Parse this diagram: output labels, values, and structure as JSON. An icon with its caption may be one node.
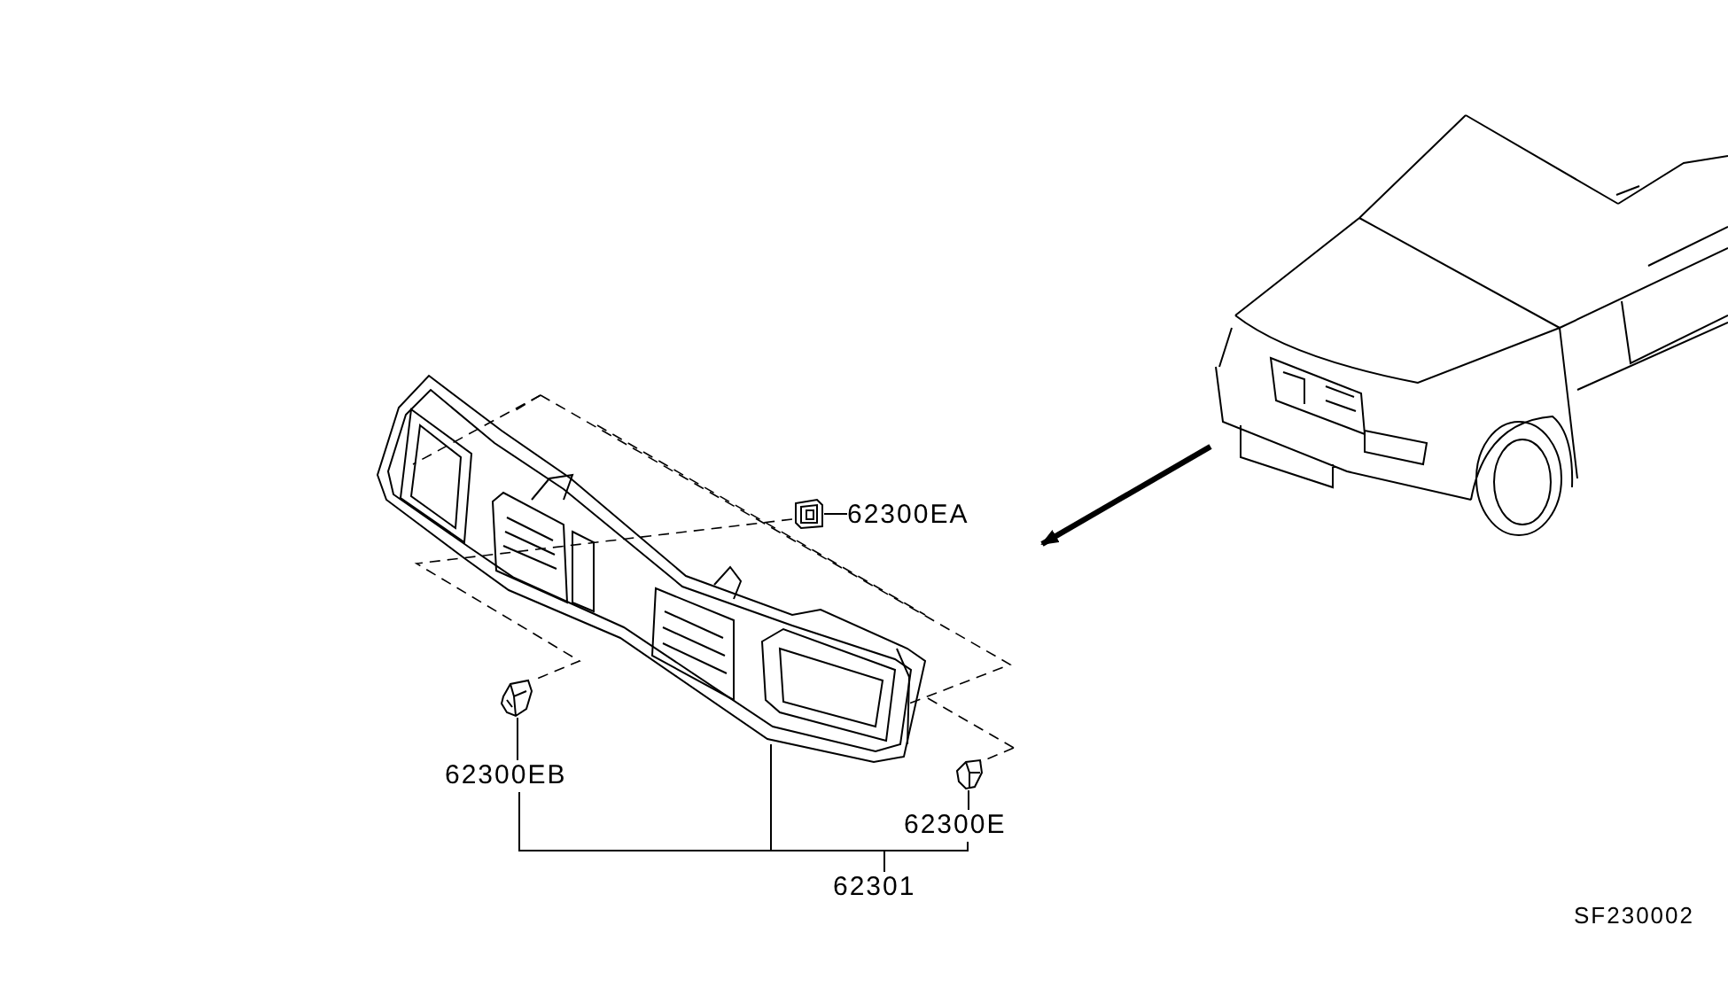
{
  "diagram": {
    "nodes": [
      {
        "text": [
          "62300EA"
        ]
      },
      {
        "text": [],
        "shape": "picture"
      },
      {
        "text": [],
        "shape": "picture"
      },
      {
        "text": [
          "62300EB"
        ]
      },
      {
        "text": [],
        "shape": "picture"
      },
      {
        "text": [
          "62300E"
        ]
      },
      {
        "text": [],
        "shape": "picture"
      },
      {
        "text": [
          "62301"
        ]
      },
      {
        "text": [],
        "shape": "picture"
      }
    ],
    "edges": [
      {
        "from": 0,
        "to": 1,
        "arrow": "none"
      },
      {
        "from": 3,
        "to": 2,
        "arrow": "none"
      },
      {
        "from": 5,
        "to": 4,
        "arrow": "none"
      },
      {
        "from": 7,
        "to": 3,
        "arrow": "none"
      },
      {
        "from": 7,
        "to": 6,
        "arrow": "none"
      },
      {
        "from": 7,
        "to": 5,
        "arrow": "none"
      },
      {
        "from": 8,
        "to": null,
        "arrow": "to",
        "style": "thick"
      }
    ],
    "labels": [
      "SF230002"
    ]
  }
}
